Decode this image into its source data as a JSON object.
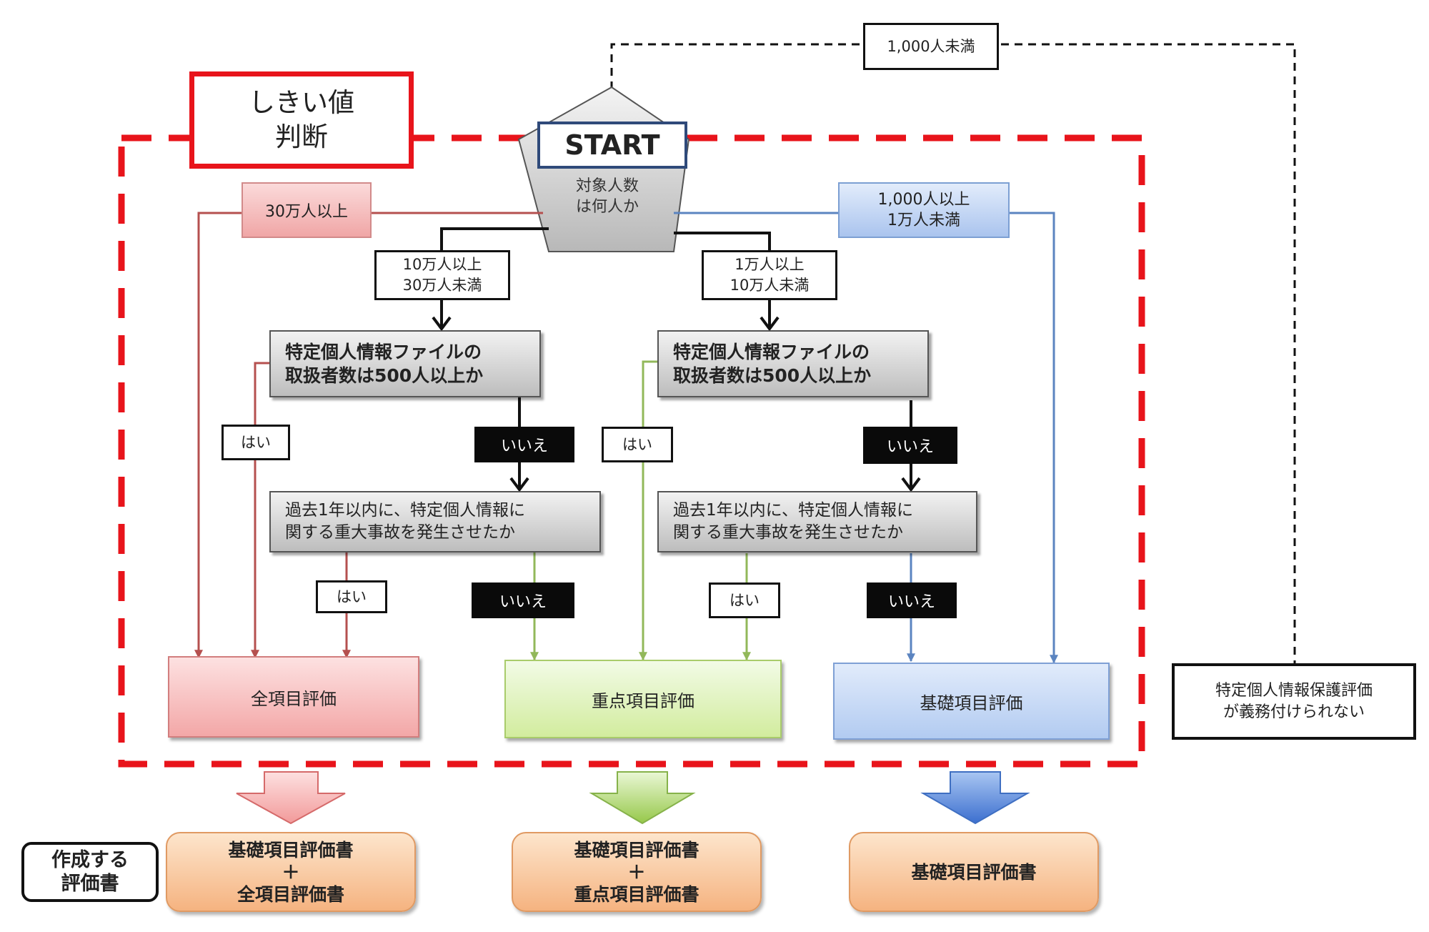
{
  "title": {
    "line1": "しきい値",
    "line2": "判断"
  },
  "start": {
    "label": "START",
    "question": "対象人数\nは何人か"
  },
  "branches": {
    "over_300k": "30万人以上",
    "range_100k_300k": "10万人以上\n30万人未満",
    "range_10k_100k": "1万人以上\n10万人未満",
    "range_1k_10k": "1,000人以上\n1万人未満",
    "under_1k": "1,000人未満"
  },
  "questions": {
    "handlers_left": "特定個人情報ファイルの\n取扱者数は500人以上か",
    "handlers_right": "特定個人情報ファイルの\n取扱者数は500人以上か",
    "incident_left": "過去1年以内に、特定個人情報に\n関する重大事故を発生させたか",
    "incident_right": "過去1年以内に、特定個人情報に\n関する重大事故を発生させたか"
  },
  "answers": {
    "yes": "はい",
    "no": "いいえ"
  },
  "results": {
    "full": "全項目評価",
    "priority": "重点項目評価",
    "basic": "基礎項目評価",
    "not_required": "特定個人情報保護評価\nが義務付けられない"
  },
  "documents": {
    "label": "作成する\n評価書",
    "full": "基礎項目評価書\n＋\n全項目評価書",
    "priority": "基礎項目評価書\n＋\n重点項目評価書",
    "basic": "基礎項目評価書"
  },
  "colors": {
    "red_dash": "#e8141b",
    "red_line": "#b5504f",
    "green_line": "#92b85a",
    "blue_line": "#5b84c0",
    "full_fill": "#f9c3c3",
    "priority_fill": "#e3f5c9",
    "basic_fill": "#cadcf6"
  }
}
